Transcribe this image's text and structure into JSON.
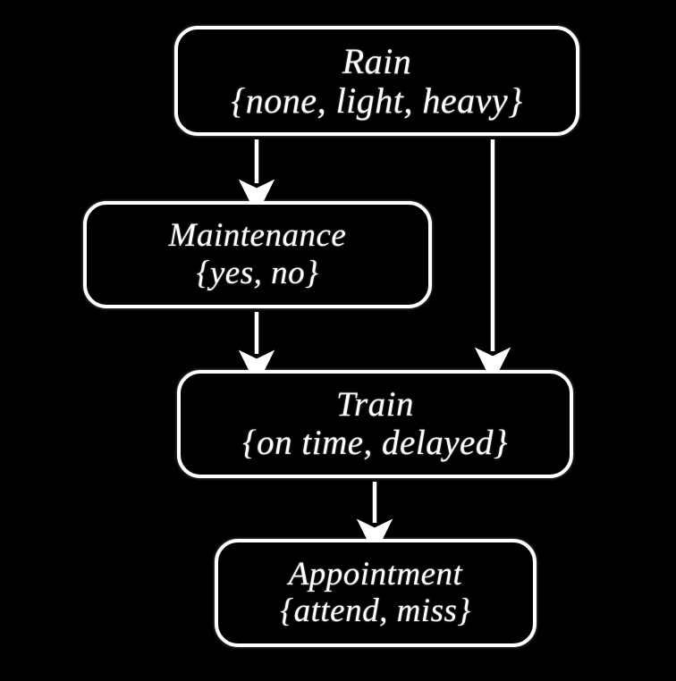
{
  "diagram": {
    "type": "causal-dag",
    "background_color": "#000000",
    "stroke_color": "#ffffff",
    "text_color": "#ffffff",
    "nodes": [
      {
        "id": "rain",
        "name": "Rain",
        "states_text": "{none, light, heavy}",
        "states": [
          "none",
          "light",
          "heavy"
        ]
      },
      {
        "id": "maintenance",
        "name": "Maintenance",
        "states_text": "{yes, no}",
        "states": [
          "yes",
          "no"
        ]
      },
      {
        "id": "train",
        "name": "Train",
        "states_text": "{on time, delayed}",
        "states": [
          "on time",
          "delayed"
        ]
      },
      {
        "id": "appointment",
        "name": "Appointment",
        "states_text": "{attend, miss}",
        "states": [
          "attend",
          "miss"
        ]
      }
    ],
    "edges": [
      {
        "id": "rain-to-maintenance",
        "from": "Rain",
        "to": "Maintenance"
      },
      {
        "id": "rain-to-train",
        "from": "Rain",
        "to": "Train"
      },
      {
        "id": "maintenance-to-train",
        "from": "Maintenance",
        "to": "Train"
      },
      {
        "id": "train-to-appointment",
        "from": "Train",
        "to": "Appointment"
      }
    ]
  }
}
